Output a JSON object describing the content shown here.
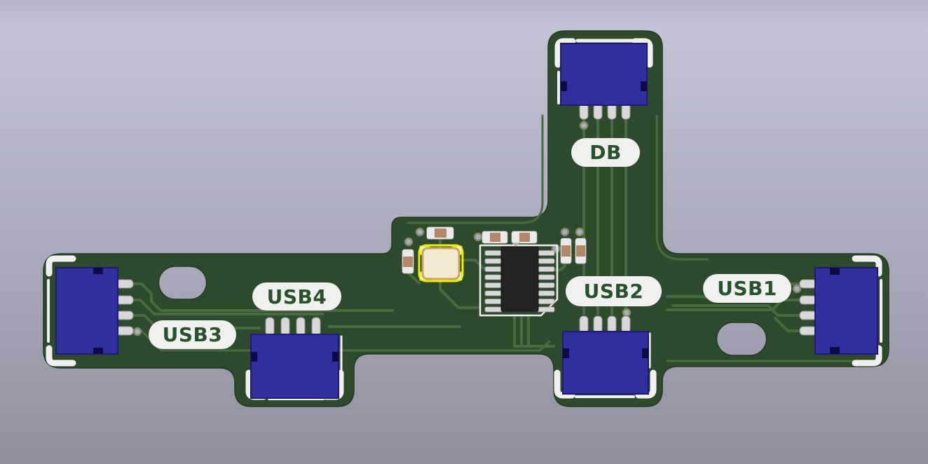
{
  "board": {
    "labels": [
      {
        "id": "db",
        "text": "DB"
      },
      {
        "id": "usb1",
        "text": "USB1"
      },
      {
        "id": "usb2",
        "text": "USB2"
      },
      {
        "id": "usb3",
        "text": "USB3"
      },
      {
        "id": "usb4",
        "text": "USB4"
      }
    ],
    "components": {
      "connectors": [
        {
          "name": "db-connector",
          "pins": 4
        },
        {
          "name": "usb1-connector",
          "pins": 4
        },
        {
          "name": "usb2-connector",
          "pins": 4
        },
        {
          "name": "usb3-connector",
          "pins": 4
        },
        {
          "name": "usb4-connector",
          "pins": 4
        }
      ],
      "ic": {
        "name": "soic-16-ic",
        "pins": 16
      },
      "crystal": {
        "name": "crystal-oscillator"
      },
      "passives_count": 6,
      "vias_count": 10,
      "mounting_slots": 2
    }
  },
  "colors": {
    "bg_top": "#b5b5c7",
    "bg_upper": "#c3c3d5",
    "bg_mid": "#b2b2c5",
    "bg_lower": "#a2a2b4",
    "bg_bottom": "#8f8f9f",
    "board_green": "#2d4a2d",
    "trace_green": "#4a6b42",
    "silk": "#f0f0ee",
    "connector_blue": "#2f2f9e",
    "connector_blue_dark": "#1c1c74",
    "pin_silver": "#d8d8d8",
    "ic_black": "#232323",
    "crystal_body": "#f2ead3",
    "crystal_edge": "#c9a55e",
    "crystal_outline": "#eeee08",
    "passive_tan": "#b3886a",
    "label_text": "#26522c",
    "via_ring": "#7d8f5a",
    "via_hole": "#adabc4"
  }
}
